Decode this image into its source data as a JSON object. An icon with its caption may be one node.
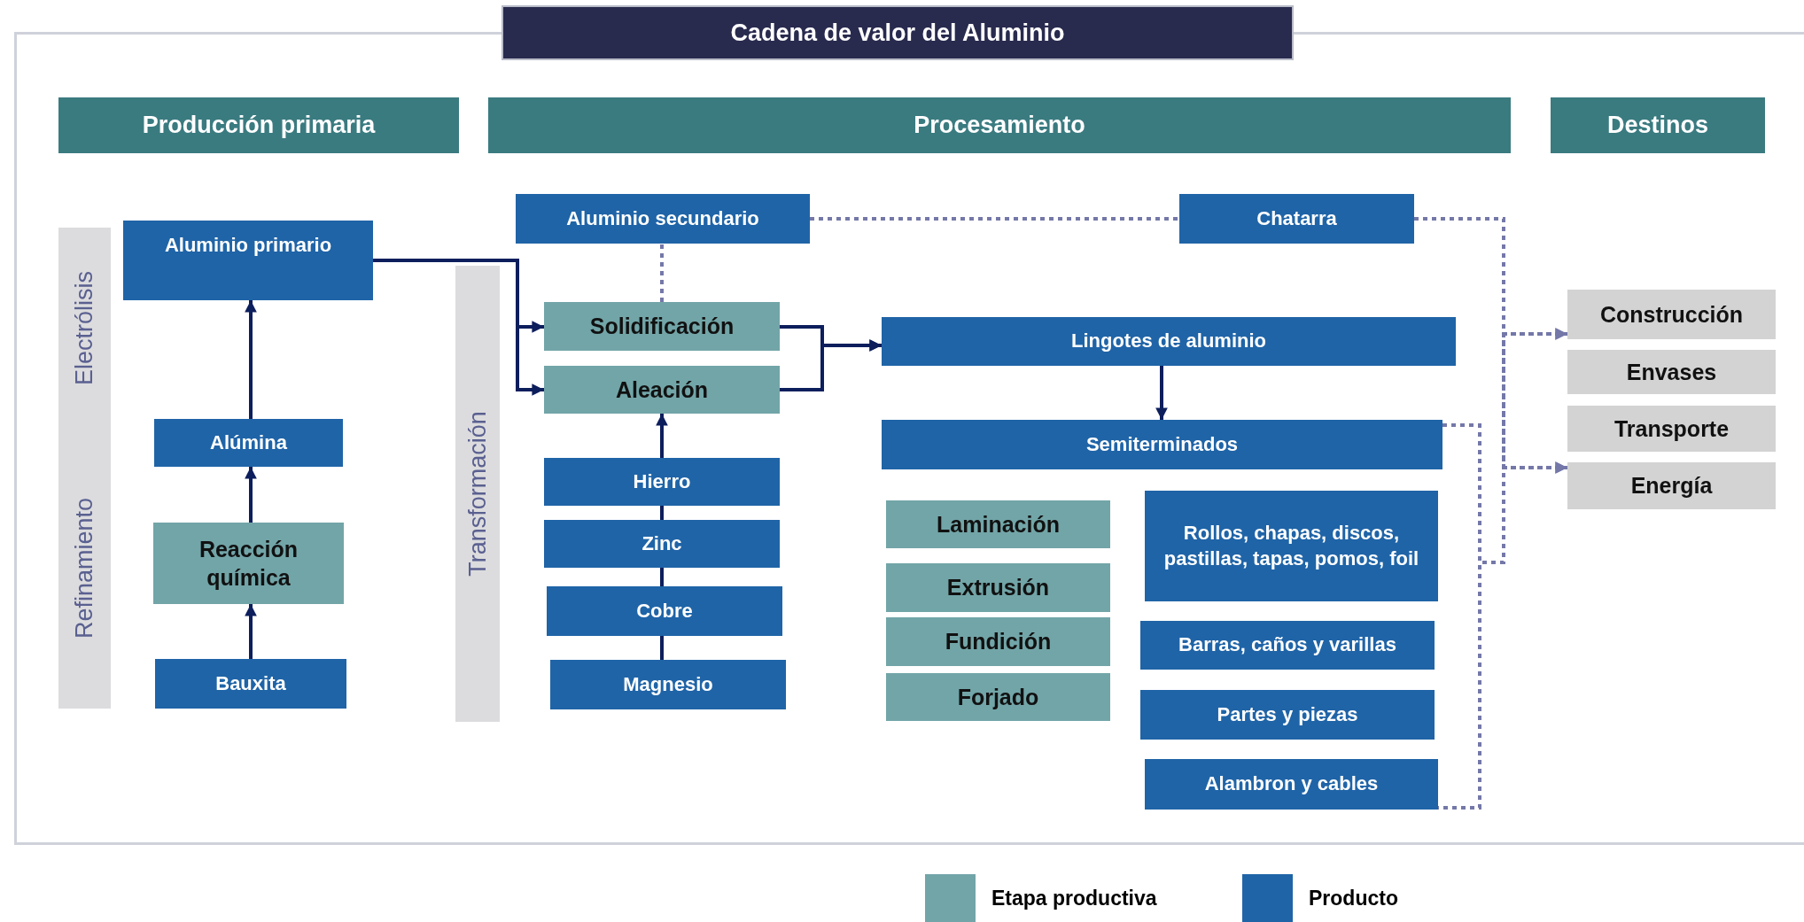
{
  "diagram": {
    "title": "Cadena de valor del Aluminio",
    "nodes": [
      {
        "text": [
          "Producción primaria"
        ]
      },
      {
        "text": [
          "Procesamiento"
        ]
      },
      {
        "text": [
          "Destinos"
        ]
      },
      {
        "text": [
          "Electrólisis"
        ]
      },
      {
        "text": [
          "Refinamiento"
        ]
      },
      {
        "text": [
          "Aluminio primario"
        ]
      },
      {
        "text": [
          "Alúmina"
        ]
      },
      {
        "text": [
          "Reacción química"
        ]
      },
      {
        "text": [
          "Bauxita"
        ]
      },
      {
        "text": [
          "Transformación"
        ]
      },
      {
        "text": [
          "Aluminio secundario"
        ]
      },
      {
        "text": [
          "Chatarra"
        ]
      },
      {
        "text": [
          "Solidificación"
        ]
      },
      {
        "text": [
          "Aleación"
        ]
      },
      {
        "text": [
          "Hierro"
        ]
      },
      {
        "text": [
          "Zinc"
        ]
      },
      {
        "text": [
          "Cobre"
        ]
      },
      {
        "text": [
          "Magnesio"
        ]
      },
      {
        "text": [
          "Lingotes de aluminio"
        ]
      },
      {
        "text": [
          "Semiterminados"
        ]
      },
      {
        "text": [
          "Laminación"
        ]
      },
      {
        "text": [
          "Extrusión"
        ]
      },
      {
        "text": [
          "Fundición"
        ]
      },
      {
        "text": [
          "Forjado"
        ]
      },
      {
        "text": [
          "Rollos, chapas, discos, pastillas, tapas, pomos, foil"
        ]
      },
      {
        "text": [
          "Barras, caños y varillas"
        ]
      },
      {
        "text": [
          "Partes y piezas"
        ]
      },
      {
        "text": [
          "Alambron y cables"
        ]
      },
      {
        "text": [
          "Construcción"
        ]
      },
      {
        "text": [
          "Envases"
        ]
      },
      {
        "text": [
          "Transporte"
        ]
      },
      {
        "text": [
          "Energía"
        ]
      }
    ],
    "edges": [
      {
        "from": 8,
        "to": 7,
        "arrow": "to"
      },
      {
        "from": 7,
        "to": 6,
        "arrow": "to"
      },
      {
        "from": 6,
        "to": 5,
        "arrow": "to"
      },
      {
        "from": 5,
        "to": 12,
        "arrow": "to"
      },
      {
        "from": 5,
        "to": 13,
        "arrow": "to"
      },
      {
        "from": 14,
        "to": 13,
        "arrow": "to"
      },
      {
        "from": 15,
        "to": 14,
        "arrow": "none"
      },
      {
        "from": 16,
        "to": 15,
        "arrow": "none"
      },
      {
        "from": 17,
        "to": 16,
        "arrow": "none"
      },
      {
        "from": 12,
        "to": 18,
        "arrow": "to"
      },
      {
        "from": 13,
        "to": 18,
        "arrow": "to"
      },
      {
        "from": 18,
        "to": 19,
        "arrow": "to"
      },
      {
        "from": 12,
        "to": 10,
        "arrow": "none",
        "style": "dashed",
        "color": "#7478a8"
      },
      {
        "from": 10,
        "to": 11,
        "arrow": "none",
        "style": "dashed",
        "color": "#7478a8"
      },
      {
        "from": 11,
        "to": 28,
        "arrow": "to",
        "style": "dashed",
        "color": "#7478a8"
      },
      {
        "from": 11,
        "to": 31,
        "arrow": "to",
        "style": "dashed",
        "color": "#7478a8"
      },
      {
        "from": 19,
        "to": 28,
        "arrow": "to",
        "style": "dashed",
        "color": "#7478a8"
      },
      {
        "from": 19,
        "to": 31,
        "arrow": "to",
        "style": "dashed",
        "color": "#7478a8"
      }
    ],
    "legend": [
      {
        "text": "Etapa productiva",
        "color": "#72a5a8"
      },
      {
        "text": "Producto",
        "color": "#1f64a7"
      }
    ]
  }
}
